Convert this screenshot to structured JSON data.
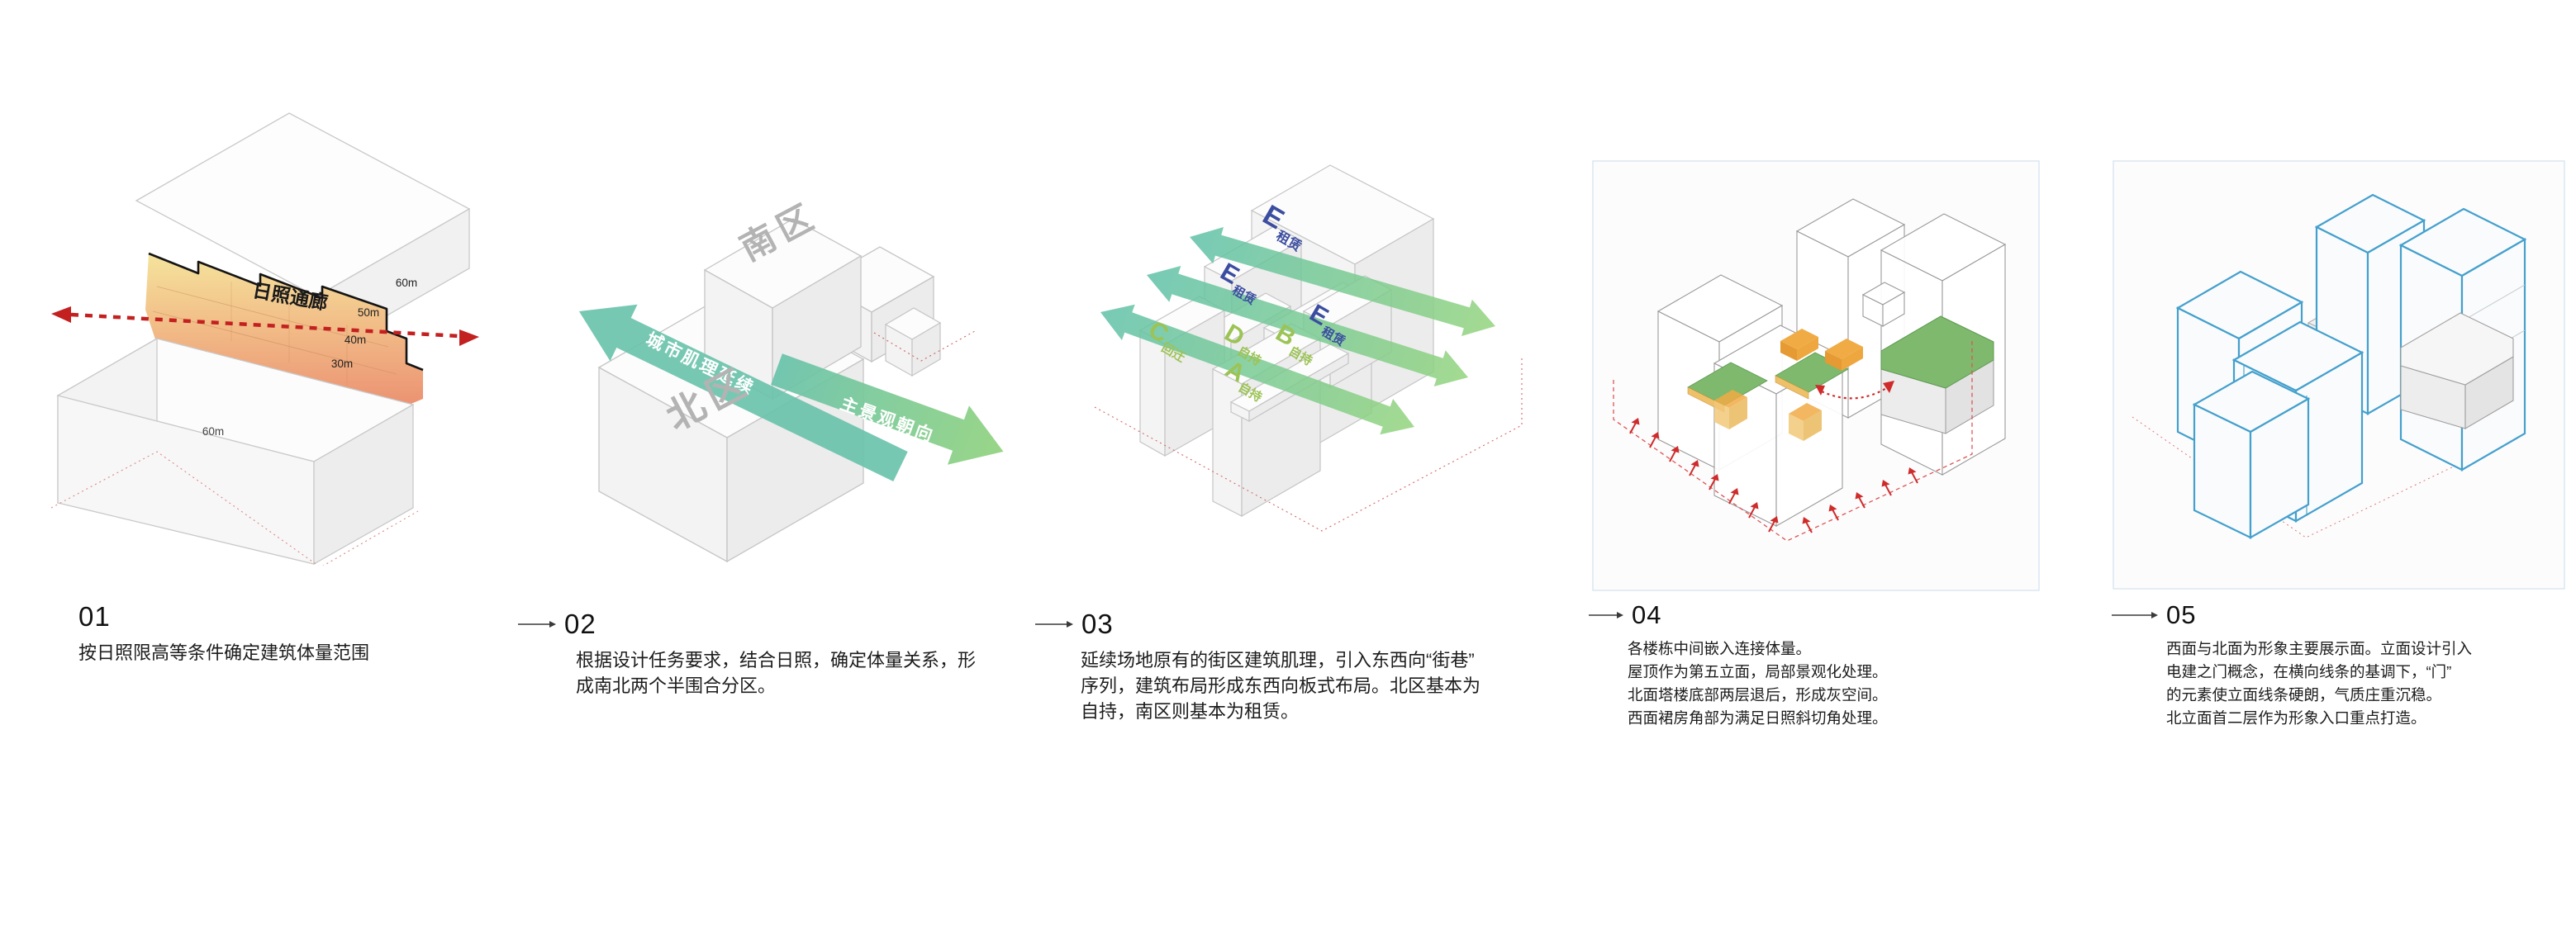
{
  "steps": [
    {
      "id": "01",
      "caption": [
        "按日照限高等条件确定建筑体量范围"
      ]
    },
    {
      "id": "02",
      "caption": [
        "根据设计任务要求，结合日照，确定体量关系，形",
        "成南北两个半围合分区。"
      ]
    },
    {
      "id": "03",
      "caption": [
        "延续场地原有的街区建筑肌理，引入东西向“街巷”",
        "序列，建筑布局形成东西向板式布局。北区基本为",
        "自持，南区则基本为租赁。"
      ]
    },
    {
      "id": "04",
      "caption": [
        "各楼栋中间嵌入连接体量。",
        "屋顶作为第五立面，局部景观化处理。",
        "北面塔楼底部两层退后，形成灰空间。",
        "西面裙房角部为满足日照斜切角处理。"
      ]
    },
    {
      "id": "05",
      "caption": [
        "西面与北面为形象主要展示面。立面设计引入",
        "电建之门概念，在横向线条的基调下，“门”",
        "的元素使立面线条硬朗，气质庄重沉稳。",
        "北立面首二层作为形象入口重点打造。"
      ]
    }
  ],
  "diagram1": {
    "corridor_label": "日照通廊",
    "heights": [
      "60m",
      "50m",
      "40m",
      "30m"
    ],
    "mass_height": "60m"
  },
  "diagram2": {
    "zone_south": "南区",
    "zone_north": "北区",
    "arrow_urban": "城市肌理延续",
    "arrow_view": "主景观朝向"
  },
  "diagram3": {
    "labels": [
      {
        "key": "C",
        "use": "回迁"
      },
      {
        "key": "D",
        "use": "自持"
      },
      {
        "key": "B",
        "use": "自持"
      },
      {
        "key": "A",
        "use": "自持"
      },
      {
        "key": "E",
        "use": "租赁"
      },
      {
        "key": "E",
        "use": "租赁"
      },
      {
        "key": "E",
        "use": "租赁"
      }
    ]
  },
  "colors": {
    "red_arrow": "#c32020",
    "teal_arrow": "#68c2aa",
    "green_arrow": "#90d27d",
    "corridor_yellow": "#f5e9a0",
    "corridor_orange": "#f2c089",
    "corridor_salmon": "#eb8e70",
    "zone_label_gray": "#b3b3b3",
    "label_green": "#9cc355",
    "label_blue": "#3b4da0",
    "roof_green": "#7eb96d",
    "connector_orange": "#f0a843",
    "facade_blue": "#44a0cd",
    "frame_border": "#dbe7f0"
  }
}
